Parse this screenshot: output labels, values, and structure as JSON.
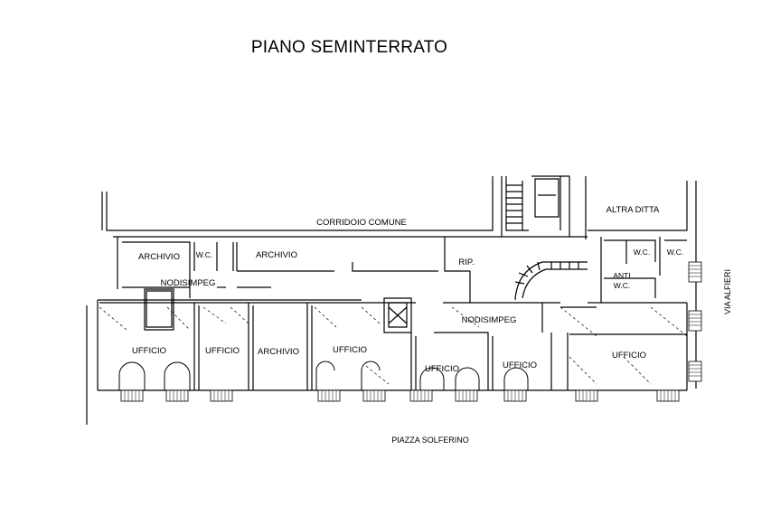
{
  "title": "PIANO SEMINTERRATO",
  "labels": {
    "corridoio": "CORRIDOIO COMUNE",
    "altra_ditta": "ALTRA DITTA",
    "archivio_left": "ARCHIVIO",
    "wc_left": "W.C.",
    "archivio_top": "ARCHIVIO",
    "rip": "RIP.",
    "nodisimpeg_left": "NODISIMPEG",
    "nodisimpeg_right": "NODISIMPEG",
    "wc_right_a": "W.C.",
    "wc_right_b": "W.C.",
    "anti": "ANTI",
    "anti_wc": "W.C.",
    "ufficio_1": "UFFICIO",
    "ufficio_2": "UFFICIO",
    "archivio_mid": "ARCHIVIO",
    "ufficio_3": "UFFICIO",
    "ufficio_4": "UFFICIO",
    "ufficio_5": "UFFICIO",
    "ufficio_6": "UFFICIO",
    "piazza": "PIAZZA SOLFERINO",
    "via": "VIA ALFIERI"
  }
}
